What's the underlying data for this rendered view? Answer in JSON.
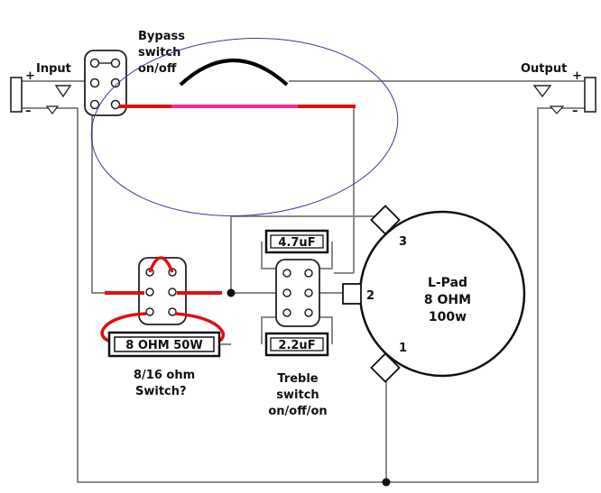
{
  "labels": {
    "bypass_line1": "Bypass",
    "bypass_line2": "switch",
    "bypass_line3": "on/off",
    "input": "Input",
    "output": "Output",
    "plus": "+",
    "minus": "–",
    "cap_top": "4.7uF",
    "cap_bottom": "2.2uF",
    "resistor": "8 OHM 50W",
    "switch_q_line1": "8/16 ohm",
    "switch_q_line2": "Switch?",
    "treble_line1": "Treble",
    "treble_line2": "switch",
    "treble_line3": "on/off/on",
    "lpad_line1": "L-Pad",
    "lpad_line2": "8 OHM",
    "lpad_line3": "100w",
    "pin1": "1",
    "pin2": "2",
    "pin3": "3"
  },
  "colors": {
    "wire": "#8a8a8a",
    "red_wire": "#e01010",
    "pink_wire": "#ff2a8a",
    "black_jumper": "#000000",
    "ellipse": "#3a3a9a",
    "text": "#111111"
  }
}
